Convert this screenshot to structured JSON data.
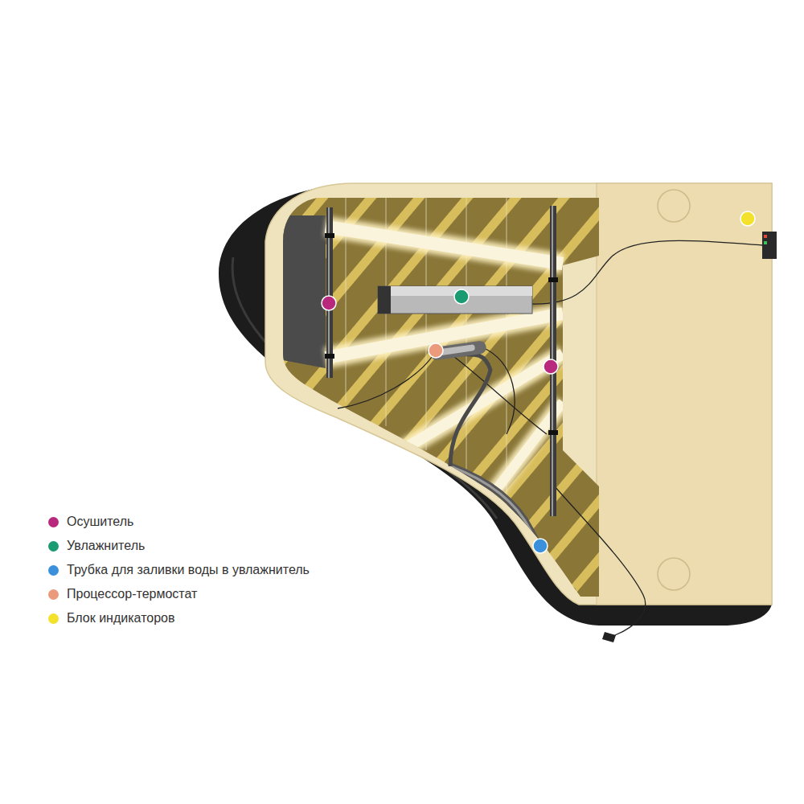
{
  "diagram": {
    "legend": [
      {
        "text": "Осушитель",
        "color": "#b8287c"
      },
      {
        "text": "Увлажнитель",
        "color": "#1a9b72"
      },
      {
        "text": "Трубка для заливки воды в увлажнитель",
        "color": "#3b90dc"
      },
      {
        "text": "Процессор-термостат",
        "color": "#ec9a7c"
      },
      {
        "text": "Блок индикаторов",
        "color": "#f3e12c"
      }
    ]
  }
}
